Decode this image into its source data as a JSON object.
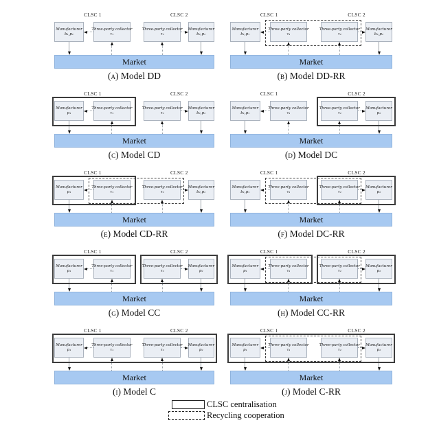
{
  "figure": {
    "background": "#ffffff",
    "entity_labels": {
      "manufacturer": "Manufacturer",
      "collector": "Three-party collector",
      "tau1": "τ₁",
      "tau2": "τ₂"
    },
    "market_label": "Market",
    "clsc1_label": "CLSC 1",
    "clsc2_label": "CLSC 2",
    "colors": {
      "entity_fill": "#eaeef4",
      "entity_border": "#aab2bd",
      "market_fill": "#a7c9f1",
      "market_border": "#8fb2dc",
      "solid_box_border": "#3c3c3c",
      "dashed_box_border": "#444444",
      "arrow_line": "#9aa1a8",
      "arrowhead": "#111111"
    },
    "panels": [
      {
        "id": "a",
        "caption_label": "(a)",
        "caption_text": "Model DD",
        "m1_sub": "b₁,p₁",
        "m2_sub": "b₂,p₂",
        "solid": [],
        "dashed": false
      },
      {
        "id": "b",
        "caption_label": "(b)",
        "caption_text": "Model DD-RR",
        "m1_sub": "b₁,p₁",
        "m2_sub": "b₂,p₂",
        "solid": [],
        "dashed": true
      },
      {
        "id": "c",
        "caption_label": "(c)",
        "caption_text": "Model CD",
        "m1_sub": "p₁",
        "m2_sub": "b₂,p₂",
        "solid": [
          "left"
        ],
        "dashed": false
      },
      {
        "id": "d",
        "caption_label": "(d)",
        "caption_text": "Model DC",
        "m1_sub": "b₁,p₁",
        "m2_sub": "p₂",
        "solid": [
          "right"
        ],
        "dashed": false
      },
      {
        "id": "e",
        "caption_label": "(e)",
        "caption_text": "Model CD-RR",
        "m1_sub": "p₁",
        "m2_sub": "b₂,p₂",
        "solid": [
          "left"
        ],
        "dashed": true
      },
      {
        "id": "f",
        "caption_label": "(f)",
        "caption_text": "Model DC-RR",
        "m1_sub": "b₁,p₁",
        "m2_sub": "p₂",
        "solid": [
          "right"
        ],
        "dashed": true
      },
      {
        "id": "g",
        "caption_label": "(g)",
        "caption_text": "Model CC",
        "m1_sub": "p₁",
        "m2_sub": "p₂",
        "solid": [
          "left",
          "right"
        ],
        "dashed": false
      },
      {
        "id": "h",
        "caption_label": "(h)",
        "caption_text": "Model CC-RR",
        "m1_sub": "p₁",
        "m2_sub": "p₂",
        "solid": [
          "left",
          "right"
        ],
        "dashed": true
      },
      {
        "id": "i",
        "caption_label": "(i)",
        "caption_text": "Model C",
        "m1_sub": "p₁",
        "m2_sub": "p₂",
        "solid": [
          "full"
        ],
        "dashed": false
      },
      {
        "id": "j",
        "caption_label": "(j)",
        "caption_text": "Model C-RR",
        "m1_sub": "p₁",
        "m2_sub": "p₂",
        "solid": [
          "full"
        ],
        "dashed": true
      }
    ],
    "legend": {
      "solid_label": "CLSC centralisation",
      "dashed_label": "Recycling cooperation"
    }
  }
}
